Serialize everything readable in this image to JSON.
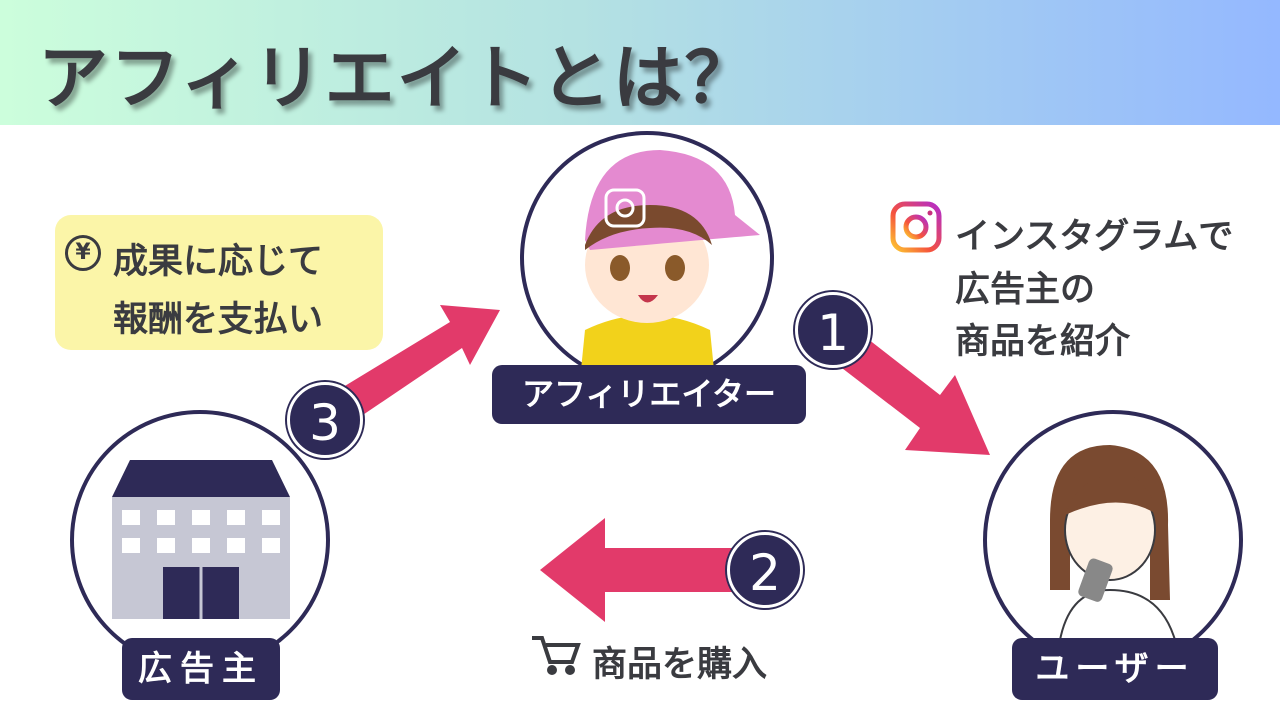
{
  "header": {
    "title": "アフィリエイトとは？"
  },
  "reward_note": {
    "icon": "yen-icon",
    "icon_text": "¥",
    "line1": "成果に応じて",
    "line2": "報酬を支払い"
  },
  "nodes": {
    "affiliator": "アフィリエイター",
    "advertiser": "広告主",
    "user": "ユーザー"
  },
  "steps": [
    {
      "number": "1",
      "lines": [
        "インスタグラムで",
        "広告主の",
        "商品を紹介"
      ],
      "icon": "instagram-icon"
    },
    {
      "number": "2",
      "text": "商品を購入",
      "icon": "cart-icon"
    },
    {
      "number": "3"
    }
  ],
  "colors": {
    "navy": "#2e2a57",
    "arrow": "#e23a6a",
    "note_bg": "#fbf5a8",
    "text": "#3a3b40"
  }
}
